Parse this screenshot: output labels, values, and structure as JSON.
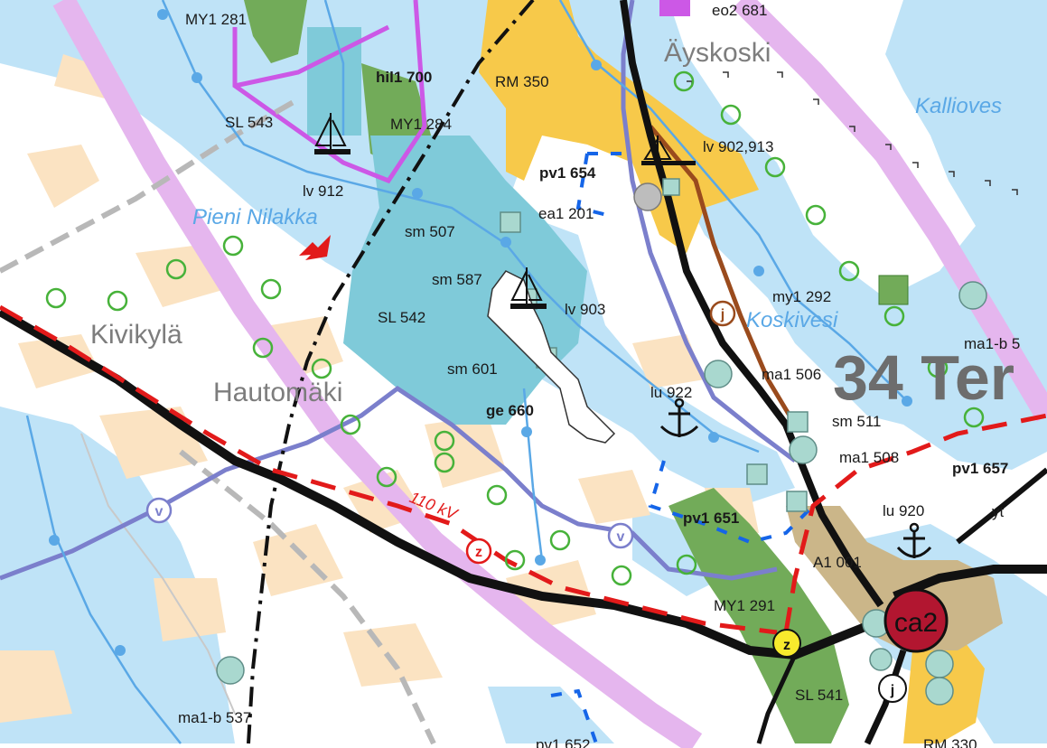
{
  "map": {
    "place_names": {
      "ayskoski": "Äyskoski",
      "kivikyla": "Kivikylä",
      "hautomaki": "Hautomäki",
      "municipality": "34 Ter"
    },
    "water_names": {
      "pieni_nilakka": "Pieni Nilakka",
      "koskivesi": "Koskivesi",
      "kallioves": "Kallioves"
    },
    "power_line_label": "110 kV",
    "area_labels": {
      "my1_281": "MY1 281",
      "eo2_681": "eo2 681",
      "hil1_700": "hil1 700",
      "rm_350": "RM 350",
      "sl_543": "SL 543",
      "my1_284": "MY1 284",
      "lv_902_913": "lv 902,913",
      "pv1_654": "pv1 654",
      "lv_912": "lv 912",
      "ea1_201": "ea1 201",
      "sm_507": "sm 507",
      "sm_587": "sm 587",
      "lv_903": "lv 903",
      "my1_292": "my1 292",
      "sl_542": "SL 542",
      "ma1b_5": "ma1-b 5",
      "sm_601": "sm 601",
      "ma1_506": "ma1 506",
      "lu_922": "lu 922",
      "ge_660": "ge 660",
      "sm_511": "sm 511",
      "ma1_508": "ma1 508",
      "pv1_657": "pv1 657",
      "pv1_651": "pv1 651",
      "lu_920": "lu 920",
      "yt": "yt",
      "a1_001": "A1 001",
      "my1_291": "MY1 291",
      "ca2": "ca2",
      "sl_541": "SL 541",
      "ma1b_537": "ma1-b 537",
      "rm_330": "RM 330",
      "pv1_652": "pv1 652"
    },
    "symbols": {
      "v": "v",
      "z": "z",
      "j": "j"
    },
    "colors": {
      "water": "#bfe3f7",
      "land": "#ffffff",
      "field": "#fbe3c2",
      "agri_zone": "#f7c94a",
      "forest_green": "#72ab59",
      "nature_reserve": "#7fcad9",
      "nature_reserve_dark": "#5db7cf",
      "pink_route": "#e5b6ee",
      "magenta_border": "#cc58e6",
      "main_road": "#111111",
      "road_blue": "#7b7fcc",
      "power_line": "#e21a1a",
      "bus_gray": "#b8b8b8",
      "blue_dash": "#1565e8",
      "brown_route": "#9a4b1d",
      "tan_area": "#cbb689",
      "ring_green": "#47b23a",
      "center_red": "#b21630"
    },
    "icons": [
      "sailboat-icon",
      "anchor-icon",
      "red-arrow-icon",
      "circle-v-icon",
      "circle-z-icon",
      "circle-j-icon"
    ]
  }
}
